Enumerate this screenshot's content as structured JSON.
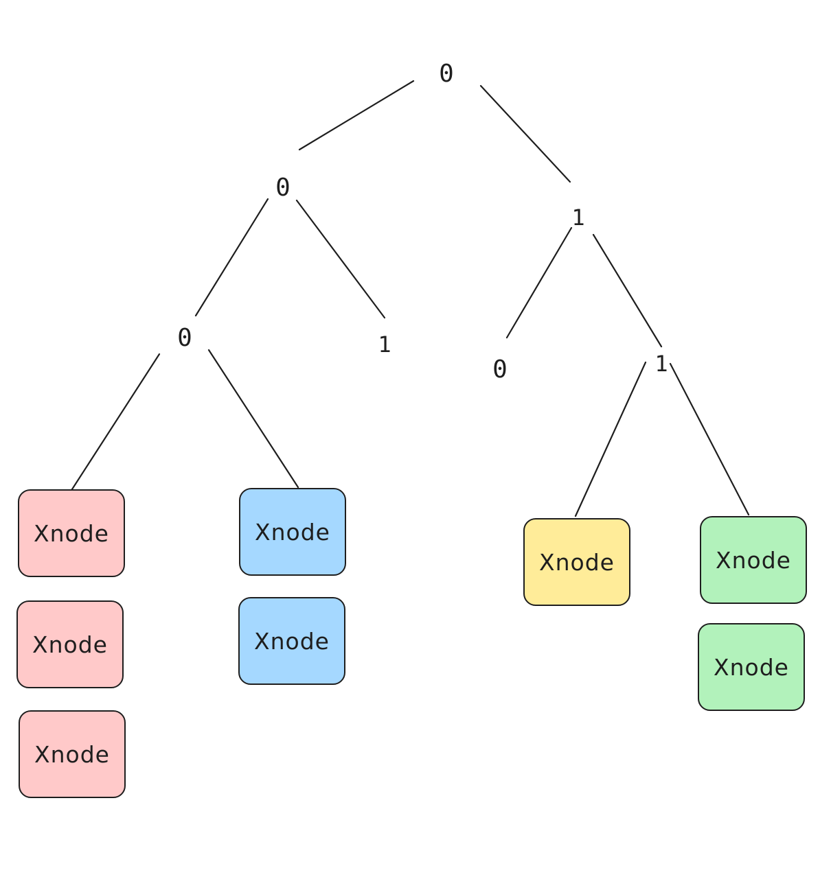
{
  "tree": {
    "root": {
      "label": "0"
    },
    "left": {
      "label": "0",
      "left": {
        "label": "0"
      },
      "right": {
        "label": "1"
      }
    },
    "right": {
      "label": "1",
      "left": {
        "label": "0"
      },
      "right": {
        "label": "1"
      }
    }
  },
  "buckets": {
    "pink": {
      "color": "#ffc9c9",
      "items": [
        {
          "label": "Xnode"
        },
        {
          "label": "Xnode"
        },
        {
          "label": "Xnode"
        }
      ]
    },
    "blue": {
      "color": "#a5d8ff",
      "items": [
        {
          "label": "Xnode"
        },
        {
          "label": "Xnode"
        }
      ]
    },
    "yellow": {
      "color": "#ffec99",
      "items": [
        {
          "label": "Xnode"
        }
      ]
    },
    "green": {
      "color": "#b2f2bb",
      "items": [
        {
          "label": "Xnode"
        },
        {
          "label": "Xnode"
        }
      ]
    }
  }
}
